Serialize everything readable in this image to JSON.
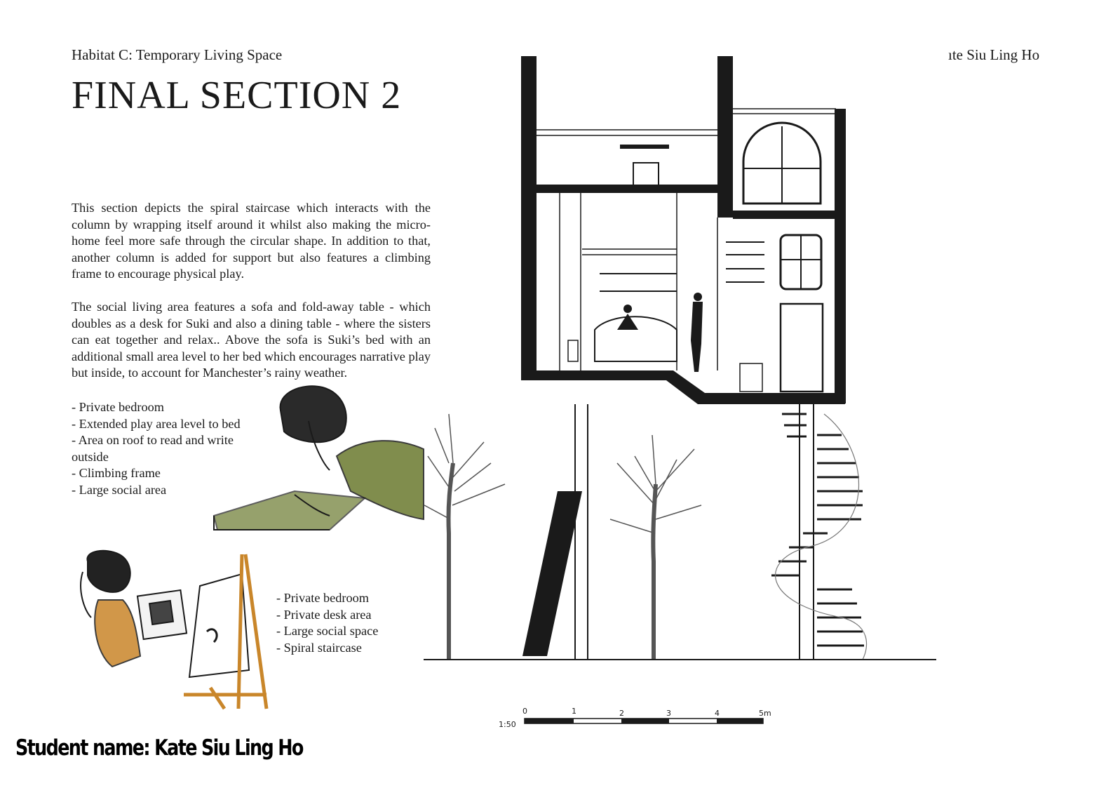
{
  "header": {
    "left": "Habitat C: Temporary Living Space",
    "right": "ıte Siu Ling Ho"
  },
  "title": "FINAL SECTION 2",
  "paragraphs": [
    "This section depicts the spiral staircase which interacts with the column by wrapping itself around it whilst also making the micro-home feel more safe through the circular shape. In addition to that, another column is added for support but also features a climbing frame to encourage physical play.",
    "The social living area features a sofa and fold-away table - which doubles as a desk for Suki and also a dining table - where the sisters can eat together and relax.. Above the sofa is Suki’s bed with an additional small area level to her bed which encourages narrative play but inside, to account for Manchester’s rainy weather."
  ],
  "bullets_a": [
    "- Private bedroom",
    "- Extended play area level to bed",
    "- Area on roof to read and write outside",
    "- Climbing frame",
    "- Large social area"
  ],
  "bullets_b": [
    "- Private bedroom",
    "- Private desk area",
    "- Large social space",
    "- Spiral staircase"
  ],
  "scale_bar": {
    "ratio_label": "1:50",
    "ticks": [
      "0",
      "1",
      "2",
      "3",
      "4",
      "5m"
    ]
  },
  "student_name": "Student name: Kate Siu Ling Ho",
  "colors": {
    "green_sketch": "#6b7a2e",
    "orange_sketch": "#c9862a",
    "ink": "#1a1a1a"
  }
}
